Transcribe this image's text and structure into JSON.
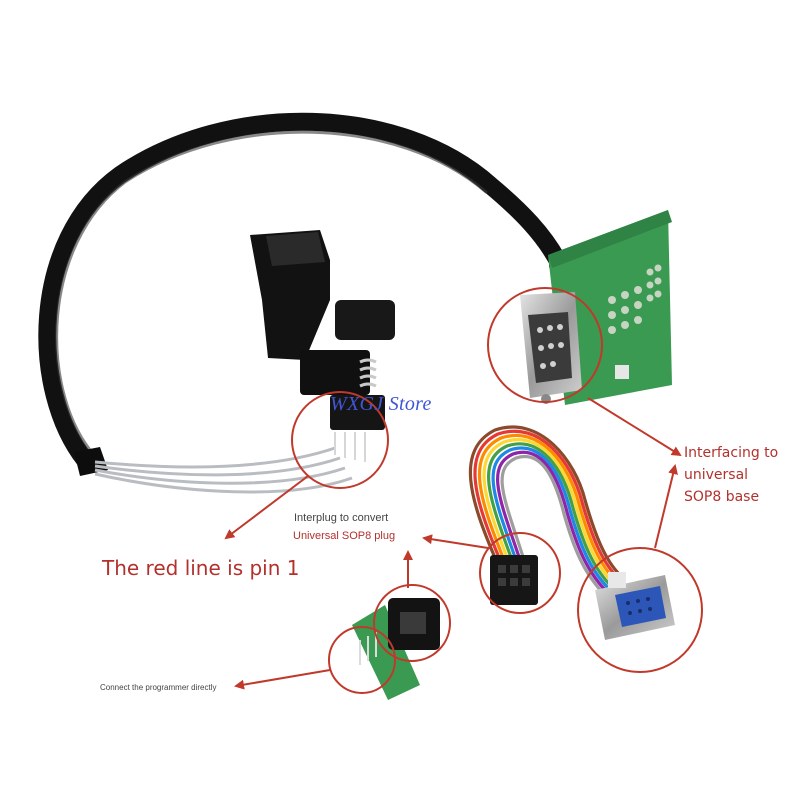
{
  "watermark": "WXGJ Store",
  "labels": {
    "pin1": "The red line is pin 1",
    "interfacing_line1": "Interfacing to",
    "interfacing_line2": "universal",
    "interfacing_line3": "SOP8 base",
    "interplug_line1": "Interplug to convert",
    "interplug_line2": "Universal SOP8 plug",
    "connect_directly": "Connect the programmer directly"
  },
  "colors": {
    "annotation_red": "#b3312d",
    "watermark_blue": "#3f56d6",
    "pcb_green": "#3a9a52",
    "cable_black": "#111111"
  }
}
